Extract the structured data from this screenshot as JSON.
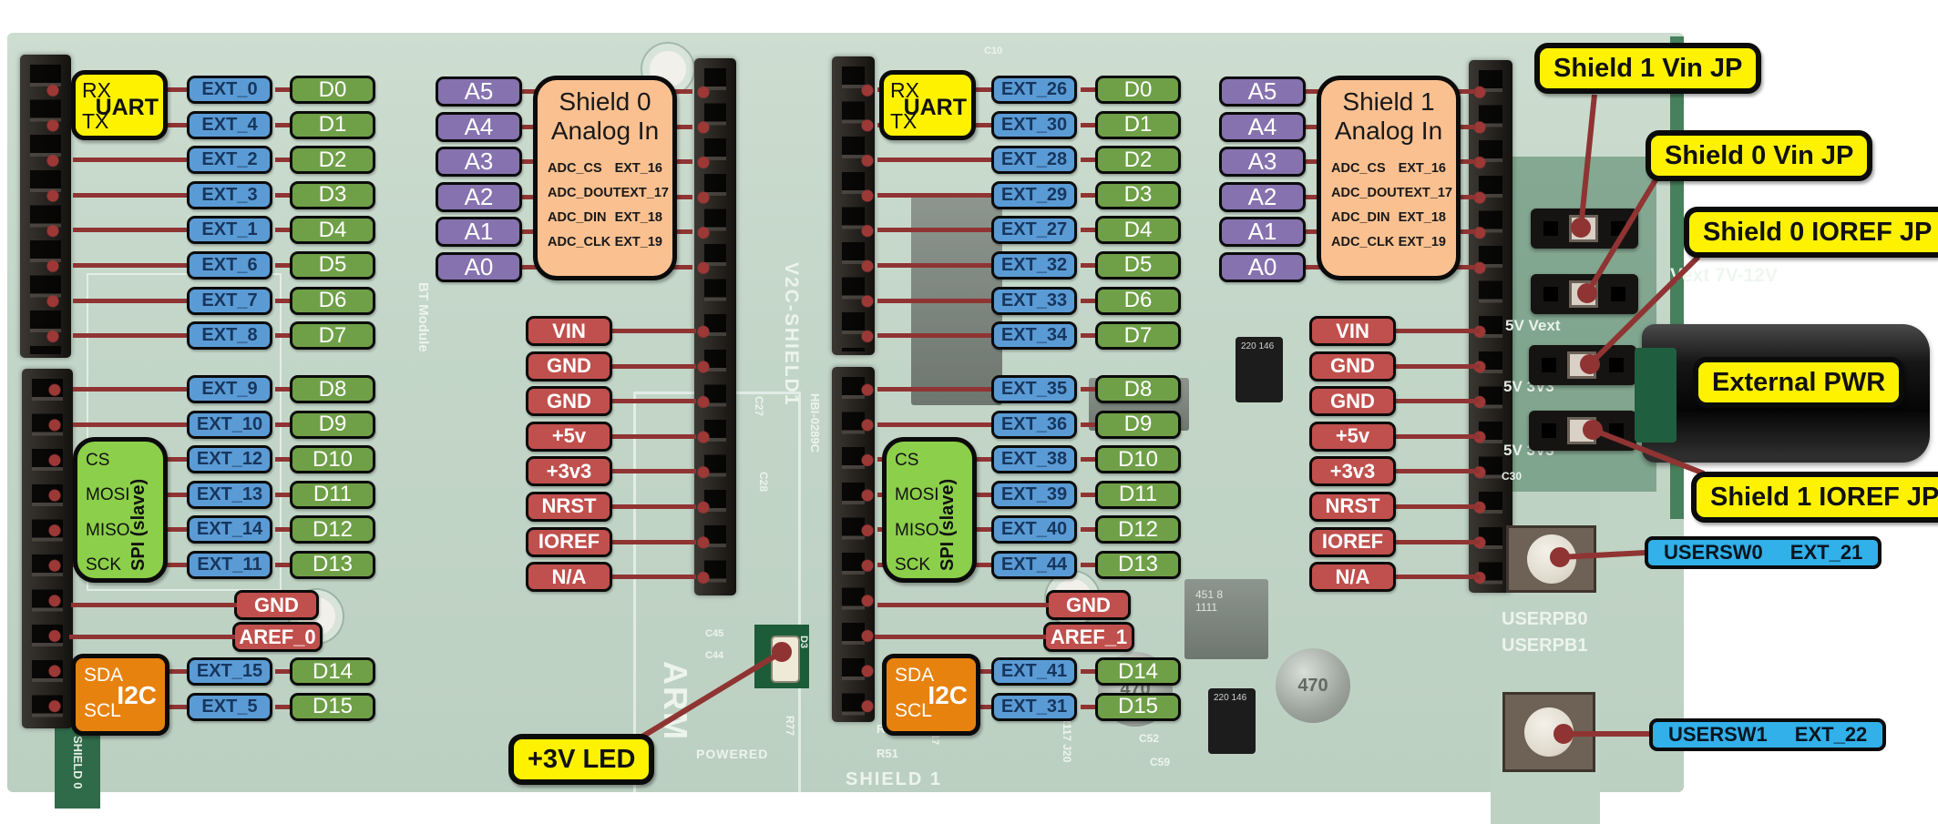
{
  "shield0": {
    "uart": {
      "title": "UART",
      "rx": "RX",
      "tx": "TX"
    },
    "ext_top": [
      "EXT_0",
      "EXT_4",
      "EXT_2",
      "EXT_3",
      "EXT_1",
      "EXT_6",
      "EXT_7",
      "EXT_8"
    ],
    "d_top": [
      "D0",
      "D1",
      "D2",
      "D3",
      "D4",
      "D5",
      "D6",
      "D7"
    ],
    "analog_pins": [
      "A5",
      "A4",
      "A3",
      "A2",
      "A1",
      "A0"
    ],
    "analog_block": {
      "title_line1": "Shield 0",
      "title_line2": "Analog In",
      "rows": [
        {
          "sig": "ADC_CS",
          "ext": "EXT_16"
        },
        {
          "sig": "ADC_DOUT",
          "ext": "EXT_17"
        },
        {
          "sig": "ADC_DIN",
          "ext": "EXT_18"
        },
        {
          "sig": "ADC_CLK",
          "ext": "EXT_19"
        }
      ]
    },
    "power": [
      "VIN",
      "GND",
      "GND",
      "+5v",
      "+3v3",
      "NRST",
      "IOREF",
      "N/A"
    ],
    "spi": {
      "title": "SPI (slave)",
      "pins": [
        "CS",
        "MOSI",
        "MISO",
        "SCK"
      ]
    },
    "ext_mid": [
      "EXT_9",
      "EXT_10",
      "EXT_12",
      "EXT_13",
      "EXT_14",
      "EXT_11"
    ],
    "d_mid": [
      "D8",
      "D9",
      "D10",
      "D11",
      "D12",
      "D13"
    ],
    "gnd": "GND",
    "aref": "AREF_0",
    "i2c": {
      "title": "I2C",
      "pins": [
        "SDA",
        "SCL"
      ]
    },
    "ext_bot": [
      "EXT_15",
      "EXT_5"
    ],
    "d_bot": [
      "D14",
      "D15"
    ]
  },
  "shield1": {
    "uart": {
      "title": "UART",
      "rx": "RX",
      "tx": "TX"
    },
    "ext_top": [
      "EXT_26",
      "EXT_30",
      "EXT_28",
      "EXT_29",
      "EXT_27",
      "EXT_32",
      "EXT_33",
      "EXT_34"
    ],
    "d_top": [
      "D0",
      "D1",
      "D2",
      "D3",
      "D4",
      "D5",
      "D6",
      "D7"
    ],
    "analog_pins": [
      "A5",
      "A4",
      "A3",
      "A2",
      "A1",
      "A0"
    ],
    "analog_block": {
      "title_line1": "Shield 1",
      "title_line2": "Analog In",
      "rows": [
        {
          "sig": "ADC_CS",
          "ext": "EXT_16"
        },
        {
          "sig": "ADC_DOUT",
          "ext": "EXT_17"
        },
        {
          "sig": "ADC_DIN",
          "ext": "EXT_18"
        },
        {
          "sig": "ADC_CLK",
          "ext": "EXT_19"
        }
      ]
    },
    "power": [
      "VIN",
      "GND",
      "GND",
      "+5v",
      "+3v3",
      "NRST",
      "IOREF",
      "N/A"
    ],
    "spi": {
      "title": "SPI (slave)",
      "pins": [
        "CS",
        "MOSI",
        "MISO",
        "SCK"
      ]
    },
    "ext_mid": [
      "EXT_35",
      "EXT_36",
      "EXT_38",
      "EXT_39",
      "EXT_40",
      "EXT_44"
    ],
    "d_mid": [
      "D8",
      "D9",
      "D10",
      "D11",
      "D12",
      "D13"
    ],
    "gnd": "GND",
    "aref": "AREF_1",
    "i2c": {
      "title": "I2C",
      "pins": [
        "SDA",
        "SCL"
      ]
    },
    "ext_bot": [
      "EXT_41",
      "EXT_31"
    ],
    "d_bot": [
      "D14",
      "D15"
    ]
  },
  "callouts": {
    "led": "+3V LED",
    "shield1_vin": "Shield 1 Vin JP",
    "shield0_vin": "Shield 0 Vin JP",
    "shield0_ioref": "Shield 0 IOREF JP",
    "external_pwr": "External PWR",
    "shield1_ioref": "Shield 1 IOREF JP",
    "usersw0": {
      "name": "USERSW0",
      "ext": "EXT_21"
    },
    "usersw1": {
      "name": "USERSW1",
      "ext": "EXT_22"
    }
  },
  "silkscreen": {
    "v2c": "V2C-SHIELD1",
    "hbi": "HBI-0289C",
    "bt": "BT Module",
    "shield0": "SHIELD 0",
    "shield1": "SHIELD 1",
    "arm": "ARM",
    "powered": "POWERED",
    "userpb0": "USERPB0",
    "userpb1": "USERPB1",
    "vext": "Vext  7V-12V",
    "v5_vext": "5V  Vext",
    "v5_3v3_a": "5V  3V3",
    "v5_3v3_b": "5V  3V3",
    "c30": "C30",
    "c27": "C27",
    "c28": "C28",
    "c10": "C10",
    "c44": "C44",
    "c45": "C45",
    "d3": "D3",
    "r77": "R77",
    "r50": "R50",
    "r51": "R51",
    "r117": "R117 J20",
    "c52": "C52",
    "c59": "C59",
    "u17": "U17",
    "ind470_a": "470",
    "ind470_b": "470",
    "chip_a": "451 8",
    "chip_b": "1111",
    "cap_a": "220 146",
    "cap_b": "220 146"
  },
  "colors": {
    "ext_blue": "#5b9bd5",
    "d_green": "#6fa048",
    "a_purple": "#8672af",
    "power_red": "#c0504d",
    "spi_green": "#8ccf4a",
    "i2c_orange": "#e8820e",
    "analog_peach": "#fac090",
    "callout_yellow": "#fff200",
    "usersw_cyan": "#31b0e9",
    "wire_red": "#8f3433",
    "board_green": "#c3d6c8"
  }
}
